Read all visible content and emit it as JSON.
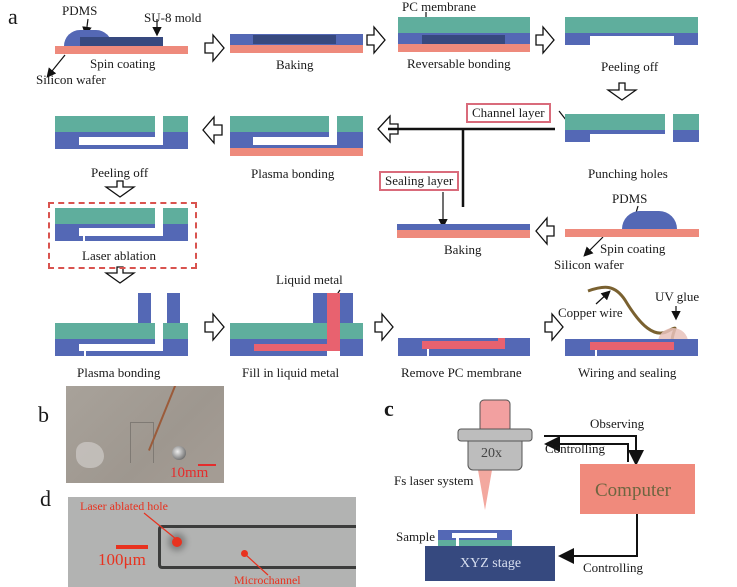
{
  "figure": {
    "panel_letters": {
      "a": "a",
      "b": "b",
      "c": "c",
      "d": "d"
    },
    "colors": {
      "pdms": "#5468b5",
      "su8_mold": "#37497f",
      "silicon_wafer": "#ee8a7c",
      "pc_membrane": "#5fae9d",
      "liquid_metal": "#e8626f",
      "label_box_border": "#d96b7b",
      "computer_box": "#f08a7c",
      "xyz_stage": "#36497f"
    },
    "panel_a": {
      "steps": [
        {
          "id": "spin-coating-1",
          "caption": "Spin coating"
        },
        {
          "id": "baking-1",
          "caption": "Baking"
        },
        {
          "id": "reversable-bonding",
          "caption": "Reversable bonding"
        },
        {
          "id": "peeling-off-1",
          "caption": "Peeling off"
        },
        {
          "id": "punching-holes",
          "caption": "Punching holes"
        },
        {
          "id": "plasma-bonding-1",
          "caption": "Plasma bonding"
        },
        {
          "id": "peeling-off-2",
          "caption": "Peeling off"
        },
        {
          "id": "laser-ablation",
          "caption": "Laser ablation"
        },
        {
          "id": "spin-coating-2",
          "caption": "Spin coating"
        },
        {
          "id": "baking-2",
          "caption": "Baking"
        },
        {
          "id": "plasma-bonding-2",
          "caption": "Plasma bonding"
        },
        {
          "id": "fill-liquid-metal",
          "caption": "Fill in liquid metal"
        },
        {
          "id": "remove-pc",
          "caption": "Remove PC membrane"
        },
        {
          "id": "wiring-sealing",
          "caption": "Wiring and sealing"
        }
      ],
      "annotations": {
        "pdms_1": "PDMS",
        "su8_mold": "SU-8 mold",
        "silicon_wafer_1": "Silicon wafer",
        "pc_membrane": "PC membrane",
        "channel_layer": "Channel layer",
        "sealing_layer": "Sealing layer",
        "pdms_2": "PDMS",
        "silicon_wafer_2": "Silicon wafer",
        "liquid_metal": "Liquid metal",
        "copper_wire": "Copper wire",
        "uv_glue": "UV glue"
      }
    },
    "panel_b": {
      "scale_bar": "10mm"
    },
    "panel_c": {
      "objective": "20x",
      "laser_system": "Fs laser system",
      "observing": "Observing",
      "controlling_top": "Controlling",
      "computer": "Computer",
      "sample": "Sample",
      "stage": "XYZ stage",
      "controlling_bottom": "Controlling"
    },
    "panel_d": {
      "hole_label": "Laser ablated hole",
      "scale_bar": "100μm",
      "channel_label": "Microchannel"
    }
  }
}
